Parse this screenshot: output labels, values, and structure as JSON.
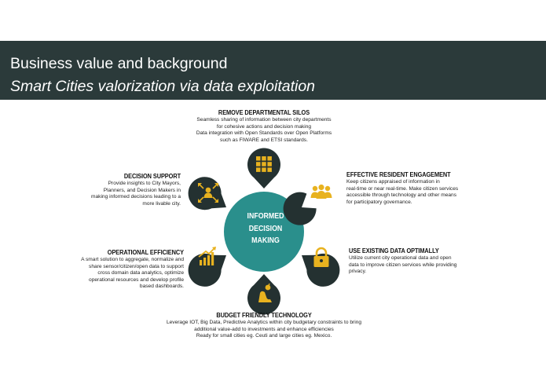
{
  "header": {
    "title": "Business value and background",
    "subtitle": "Smart Cities valorization via data exploitation"
  },
  "hub": {
    "lines": [
      "INFORMED",
      "DECISION",
      "MAKING"
    ]
  },
  "colors": {
    "header_bg": "#2b3a3a",
    "hub": "#2a8f8c",
    "pin": "#243131",
    "icon": "#e8b21f"
  },
  "sections": {
    "top": {
      "title": "REMOVE DEPARTMENTAL SILOS",
      "lines": [
        "Seamless sharing of information between city departments",
        "for cohesive actions and decision making",
        "Data integration with Open Standards over Open Platforms",
        "such as FIWARE and ETSI standards."
      ],
      "icon": "grid-icon"
    },
    "top_right": {
      "title": "EFFECTIVE RESIDENT ENGAGEMENT",
      "lines": [
        "Keep citizens appraised of information in",
        "real-time or near real-time. Make citizen services",
        "accessible through technology and other means",
        "for participatory governance."
      ],
      "icon": "people-icon"
    },
    "bottom_right": {
      "title": "USE EXISTING DATA OPTIMALLY",
      "lines": [
        "Utilize current city operational data and open",
        "data to improve citizen services while providing",
        "privacy."
      ],
      "icon": "lock-icon"
    },
    "bottom": {
      "title": "BUDGET FRIENDLY TECHNOLOGY",
      "lines": [
        "Leverage IOT, Big Data, Predictive Analytics within city budgetary constraints to bring",
        "additional value-add to investments and enhance efficiencies",
        "Ready for small cities eg. Ceuti and large cities eg. Mexico."
      ],
      "icon": "hand-coin-icon"
    },
    "bottom_left": {
      "title": "OPERATIONAL EFFICIENCY",
      "lines": [
        "A smart solution to aggregate, normalize and",
        "share sensor/citizen/open data to support",
        "cross domain data analytics, optimize",
        "operational resources and develop profile",
        "based dashboards."
      ],
      "icon": "growth-chart-icon"
    },
    "top_left": {
      "title": "DECISION SUPPORT",
      "lines": [
        "Provide insights to City Mayors,",
        "Planners, and Decision Makers in",
        "making informed decisions leading to a",
        "more livable city."
      ],
      "icon": "arrows-people-icon"
    }
  }
}
